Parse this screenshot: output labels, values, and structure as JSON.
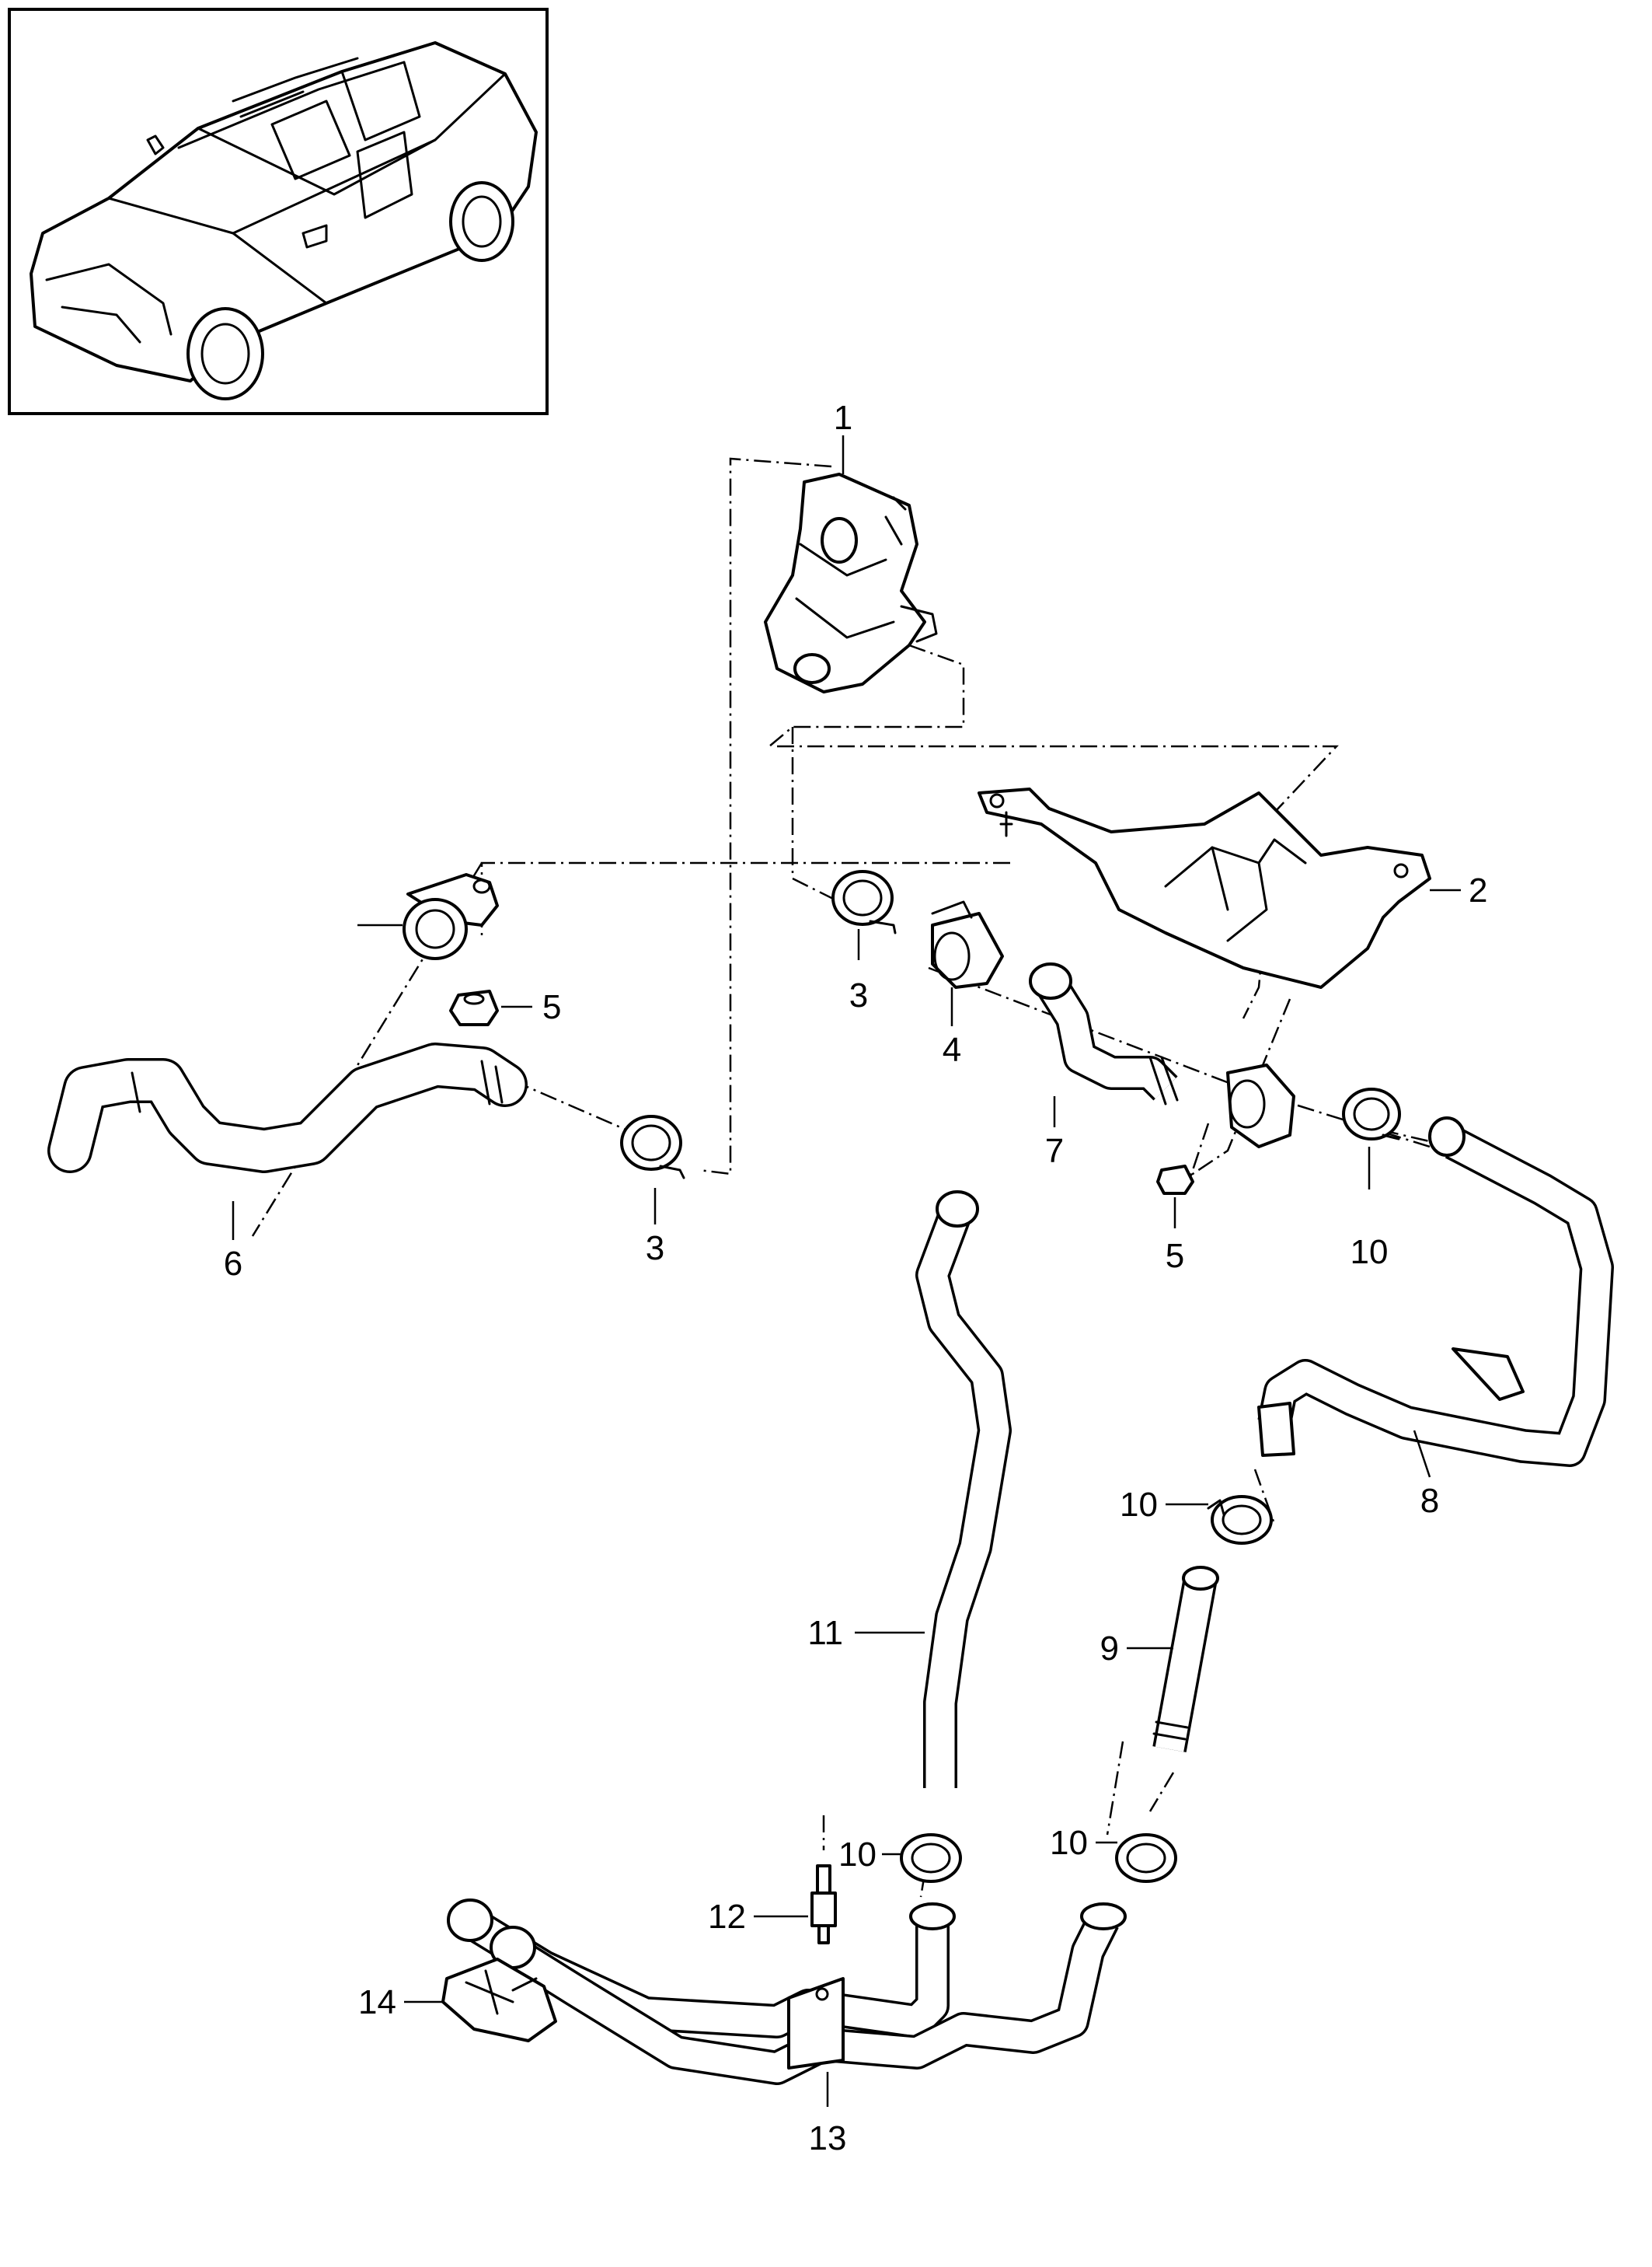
{
  "callouts": {
    "c1": "1",
    "c2": "2",
    "c3a": "3",
    "c3b": "3",
    "c4": "4",
    "c5a": "5",
    "c5b": "5",
    "c6": "6",
    "c7": "7",
    "c8": "8",
    "c9": "9",
    "c10a": "10",
    "c10b": "10",
    "c10c": "10",
    "c10d": "10",
    "c11": "11",
    "c12": "12",
    "c13": "13",
    "c14": "14"
  }
}
